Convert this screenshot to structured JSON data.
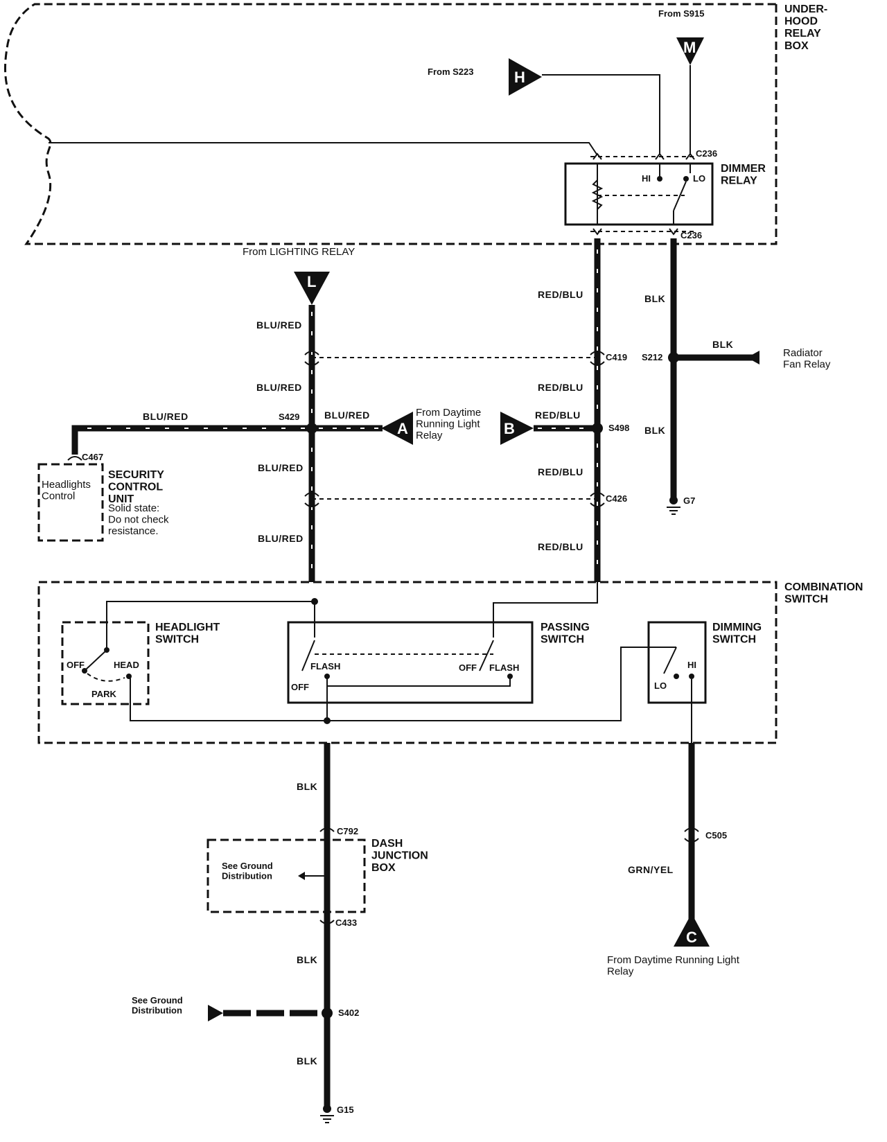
{
  "boxes": {
    "underhood": "UNDER-\nHOOD\nRELAY\nBOX",
    "dimmer_relay": "DIMMER\nRELAY",
    "combination_switch": "COMBINATION\nSWITCH",
    "headlight_switch": "HEADLIGHT\nSWITCH",
    "passing_switch": "PASSING\nSWITCH",
    "dimming_switch": "DIMMING\nSWITCH",
    "dash_junction": "DASH\nJUNCTION\nBOX",
    "security_unit": "SECURITY\nCONTROL\nUNIT",
    "security_note": "Solid state:\nDo not check\nresistance.",
    "headlights_control": "Headlights\nControl"
  },
  "sources": {
    "from_s915": "From S915",
    "from_s223": "From S223",
    "from_lighting_relay": "From LIGHTING RELAY",
    "from_drl_a": "From Daytime\nRunning Light\nRelay",
    "from_drl_c": "From Daytime Running Light\nRelay",
    "radiator_fan_relay": "Radiator\nFan Relay",
    "see_ground_1": "See Ground\nDistribution",
    "see_ground_2": "See Ground\nDistribution"
  },
  "connectors": {
    "H": "H",
    "M": "M",
    "L": "L",
    "A": "A",
    "B": "B",
    "C": "C"
  },
  "points": {
    "c236_top": "C236",
    "c236_bot": "C236",
    "c419": "C419",
    "c426": "C426",
    "c467": "C467",
    "c792": "C792",
    "c433": "C433",
    "c505": "C505",
    "s212": "S212",
    "s429": "S429",
    "s498": "S498",
    "s402": "S402",
    "g7": "G7",
    "g15": "G15"
  },
  "wires": {
    "red_blu_1": "RED/BLU",
    "red_blu_2": "RED/BLU",
    "red_blu_3": "RED/BLU",
    "red_blu_4": "RED/BLU",
    "red_blu_5": "RED/BLU",
    "blu_red_1": "BLU/RED",
    "blu_red_2": "BLU/RED",
    "blu_red_3": "BLU/RED",
    "blu_red_4": "BLU/RED",
    "blu_red_5": "BLU/RED",
    "blu_red_6": "BLU/RED",
    "blk_1": "BLK",
    "blk_2": "BLK",
    "blk_3": "BLK",
    "blk_4": "BLK",
    "blk_5": "BLK",
    "blk_6": "BLK",
    "grn_yel": "GRN/YEL"
  },
  "switch_pos": {
    "hi": "HI",
    "lo": "LO",
    "off1": "OFF",
    "head": "HEAD",
    "park": "PARK",
    "flash1": "FLASH",
    "off2": "OFF",
    "off3": "OFF",
    "flash2": "FLASH",
    "hi2": "HI",
    "lo2": "LO"
  }
}
